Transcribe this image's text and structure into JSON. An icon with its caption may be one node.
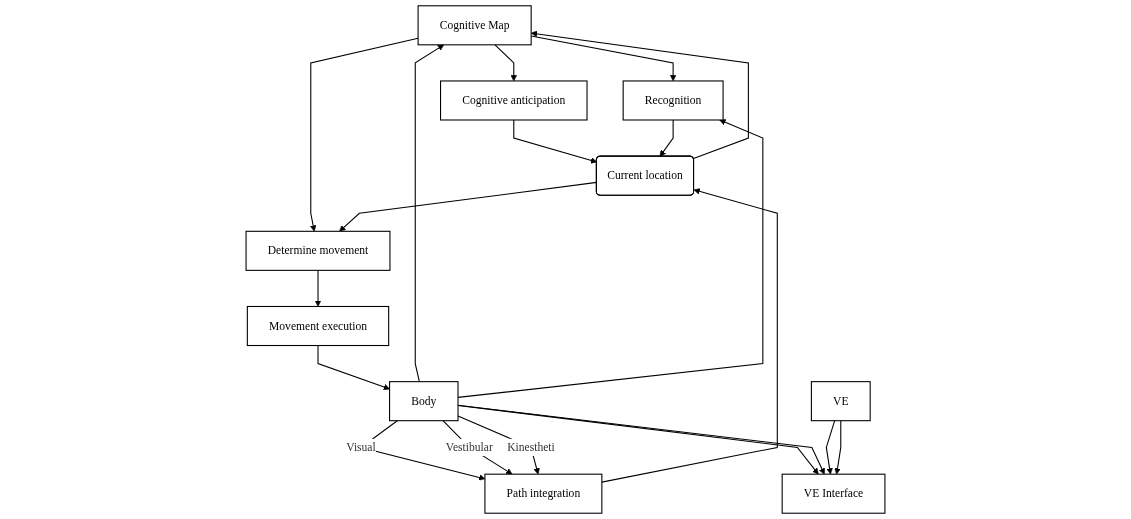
{
  "diagram": {
    "nodes": [
      {
        "text": [
          "Cognitive Map"
        ]
      },
      {
        "text": [
          "Cognitive anticipation"
        ]
      },
      {
        "text": [
          "Recognition"
        ]
      },
      {
        "text": [
          "Current location"
        ]
      },
      {
        "text": [
          "Determine movement"
        ]
      },
      {
        "text": [
          "Movement execution"
        ]
      },
      {
        "text": [
          "Path integration"
        ]
      },
      {
        "text": [
          "Body"
        ]
      },
      {
        "text": [
          "VE Interface"
        ]
      },
      {
        "text": [
          "VE"
        ]
      }
    ],
    "edges": [
      {
        "from": 7,
        "to": 0,
        "arrow": "to"
      },
      {
        "from": 0,
        "to": 2,
        "arrow": "to"
      },
      {
        "from": 0,
        "to": 1,
        "arrow": "to"
      },
      {
        "from": 0,
        "to": 4,
        "arrow": "to"
      },
      {
        "from": 1,
        "to": 3,
        "arrow": "to"
      },
      {
        "from": 7,
        "to": 2,
        "arrow": "to"
      },
      {
        "from": 2,
        "to": 3,
        "arrow": "to"
      },
      {
        "from": 3,
        "to": 4,
        "arrow": "to"
      },
      {
        "from": 3,
        "to": 0,
        "arrow": "to"
      },
      {
        "from": 4,
        "to": 5,
        "arrow": "to"
      },
      {
        "from": 6,
        "to": 3,
        "arrow": "to"
      },
      {
        "from": 7,
        "to": 6,
        "arrow": "to",
        "label": "Visual"
      },
      {
        "from": 7,
        "to": 6,
        "arrow": "to",
        "label": "Vestibular"
      },
      {
        "from": 7,
        "to": 6,
        "arrow": "to",
        "label": "Kinestheti"
      },
      {
        "from": 5,
        "to": 7,
        "arrow": "to"
      },
      {
        "from": 7,
        "to": 8,
        "arrow": "to"
      },
      {
        "from": 7,
        "to": 8,
        "arrow": "to"
      },
      {
        "from": 9,
        "to": 8,
        "arrow": "to"
      },
      {
        "from": 9,
        "to": 8,
        "arrow": "to"
      }
    ]
  }
}
